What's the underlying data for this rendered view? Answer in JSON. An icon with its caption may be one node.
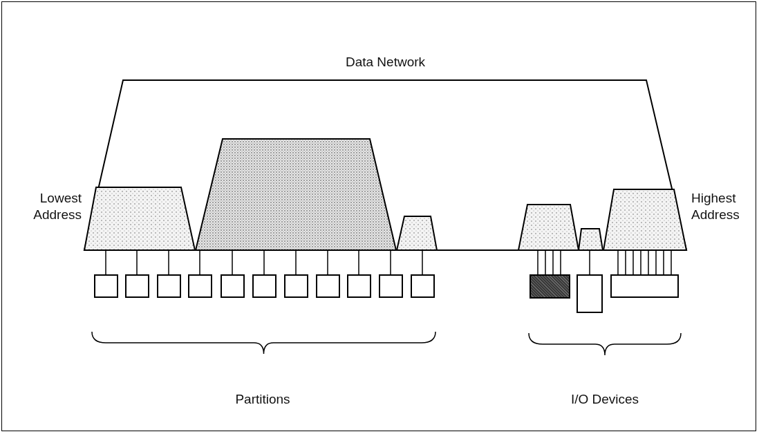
{
  "diagram": {
    "nodes": [
      {
        "text": [
          "Data Network"
        ]
      },
      {
        "text": [],
        "shape": "trapezoid",
        "in": 0
      },
      {
        "text": [],
        "shape": "trapezoid",
        "in": 0
      },
      {
        "text": [],
        "shape": "trapezoid",
        "in": 0
      },
      {
        "text": [],
        "shape": "trapezoid",
        "in": 0
      },
      {
        "text": [],
        "shape": "trapezoid",
        "in": 0
      },
      {
        "text": [],
        "shape": "trapezoid",
        "in": 0
      },
      {
        "text": [],
        "shape": "box"
      },
      {
        "text": [],
        "shape": "box"
      },
      {
        "text": [],
        "shape": "box"
      },
      {
        "text": [],
        "shape": "box"
      },
      {
        "text": [],
        "shape": "box"
      },
      {
        "text": [],
        "shape": "box"
      },
      {
        "text": [],
        "shape": "box"
      },
      {
        "text": [],
        "shape": "box"
      },
      {
        "text": [],
        "shape": "box"
      },
      {
        "text": [],
        "shape": "box"
      },
      {
        "text": [],
        "shape": "box"
      },
      {
        "text": [],
        "shape": "box"
      },
      {
        "text": [],
        "shape": "box"
      },
      {
        "text": [],
        "shape": "box"
      }
    ],
    "edges": [
      {
        "from": 1,
        "to": 7,
        "arrow": "none"
      },
      {
        "from": 1,
        "to": 8,
        "arrow": "none"
      },
      {
        "from": 1,
        "to": 9,
        "arrow": "none"
      },
      {
        "from": 2,
        "to": 10,
        "arrow": "none"
      },
      {
        "from": 2,
        "to": 11,
        "arrow": "none"
      },
      {
        "from": 2,
        "to": 12,
        "arrow": "none"
      },
      {
        "from": 2,
        "to": 13,
        "arrow": "none"
      },
      {
        "from": 2,
        "to": 14,
        "arrow": "none"
      },
      {
        "from": 2,
        "to": 15,
        "arrow": "none"
      },
      {
        "from": 2,
        "to": 16,
        "arrow": "none"
      },
      {
        "from": 3,
        "to": 17,
        "arrow": "none"
      },
      {
        "from": 4,
        "to": 18,
        "arrow": "none"
      },
      {
        "from": 4,
        "to": 18,
        "arrow": "none"
      },
      {
        "from": 4,
        "to": 18,
        "arrow": "none"
      },
      {
        "from": 4,
        "to": 18,
        "arrow": "none"
      },
      {
        "from": 5,
        "to": 19,
        "arrow": "none"
      },
      {
        "from": 6,
        "to": 20,
        "arrow": "none"
      },
      {
        "from": 6,
        "to": 20,
        "arrow": "none"
      },
      {
        "from": 6,
        "to": 20,
        "arrow": "none"
      },
      {
        "from": 6,
        "to": 20,
        "arrow": "none"
      },
      {
        "from": 6,
        "to": 20,
        "arrow": "none"
      },
      {
        "from": 6,
        "to": 20,
        "arrow": "none"
      },
      {
        "from": 6,
        "to": 20,
        "arrow": "none"
      },
      {
        "from": 6,
        "to": 20,
        "arrow": "none"
      }
    ],
    "labels": [
      "Lowest Address",
      "Highest Address",
      "Partitions",
      "I/O Devices"
    ]
  }
}
